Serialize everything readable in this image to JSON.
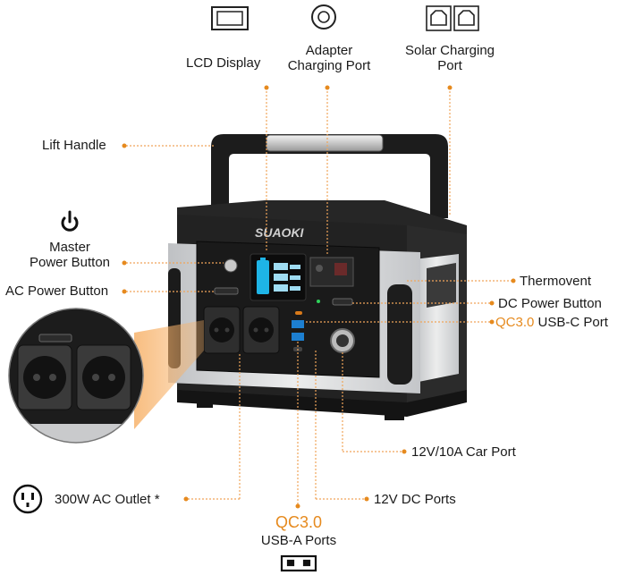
{
  "labels": {
    "lcd_display": "LCD Display",
    "adapter_port": "Adapter\nCharging Port",
    "solar_port": "Solar Charging\nPort",
    "lift_handle": "Lift Handle",
    "master_power": "Master\nPower Button",
    "ac_power_button": "AC Power Button",
    "thermovent": "Thermovent",
    "dc_power_button": "DC Power Button",
    "qc_usb_c_prefix": "QC3.0",
    "usb_c_port": "USB-C Port",
    "car_port": "12V/10A Car Port",
    "ac_outlet": "300W AC Outlet *",
    "dc_ports": "12V DC Ports",
    "qc_usb_a_prefix": "QC3.0",
    "usb_a_ports": "USB-A Ports"
  },
  "device": {
    "brand": "SUAOKI"
  },
  "colors": {
    "accent": "#e68a1e",
    "leader": "#f0a55a",
    "body_dark": "#1e1e1e",
    "panel_silver": "#d7d8da",
    "lcd_blue": "#1eb4e6"
  }
}
